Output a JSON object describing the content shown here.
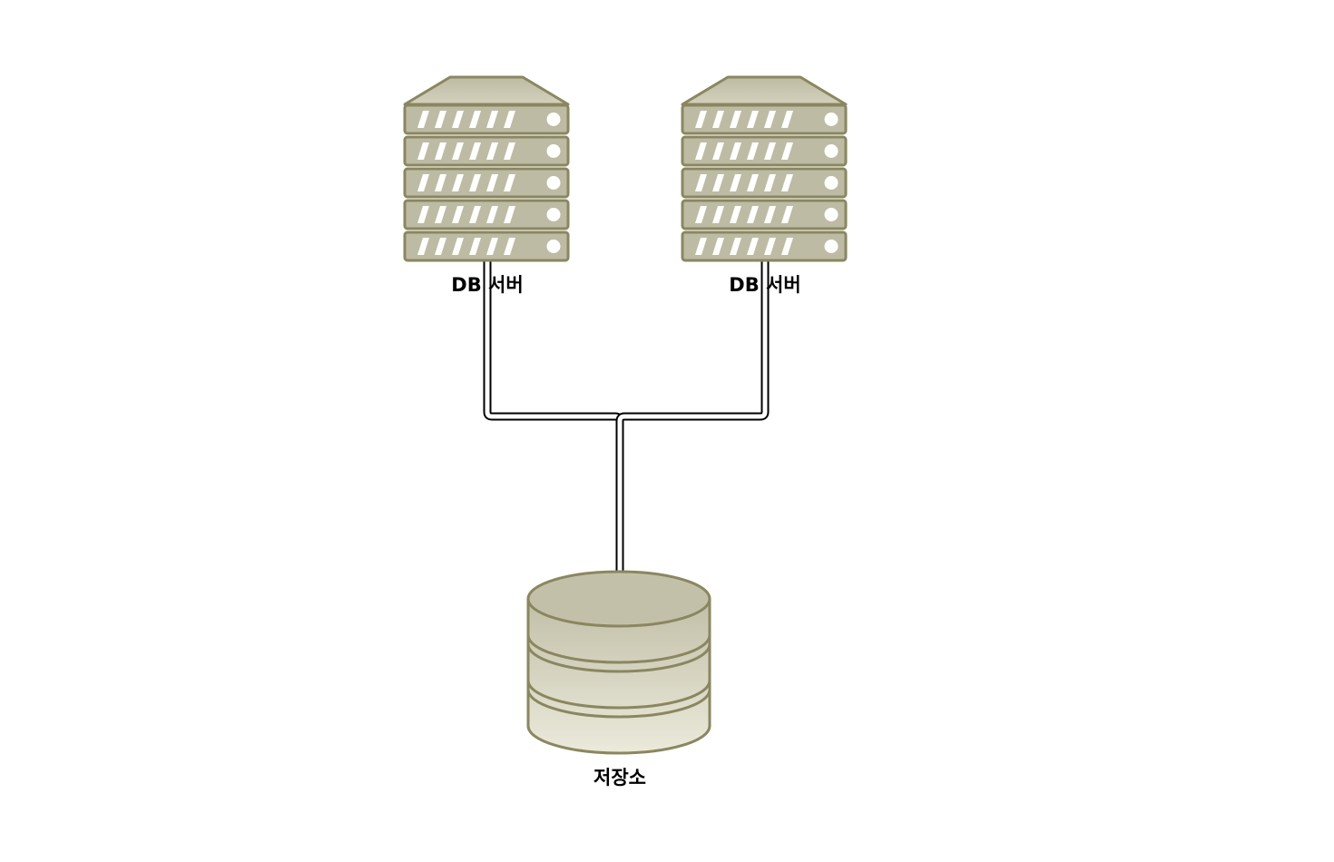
{
  "nodes": {
    "server_left": {
      "label": "DB 서버"
    },
    "server_right": {
      "label": "DB 서버"
    },
    "storage": {
      "label": "저장소"
    }
  },
  "colors": {
    "stroke": "#8a8760",
    "fill_top": "#c2bfa8",
    "fill_bottom": "#ebeadb",
    "slot_fill": "#bdbba4",
    "stripe": "#ffffff",
    "link_outer": "#000000",
    "link_inner": "#ffffff"
  },
  "edges": [
    {
      "from": "server_left",
      "to": "storage"
    },
    {
      "from": "server_right",
      "to": "storage"
    }
  ]
}
